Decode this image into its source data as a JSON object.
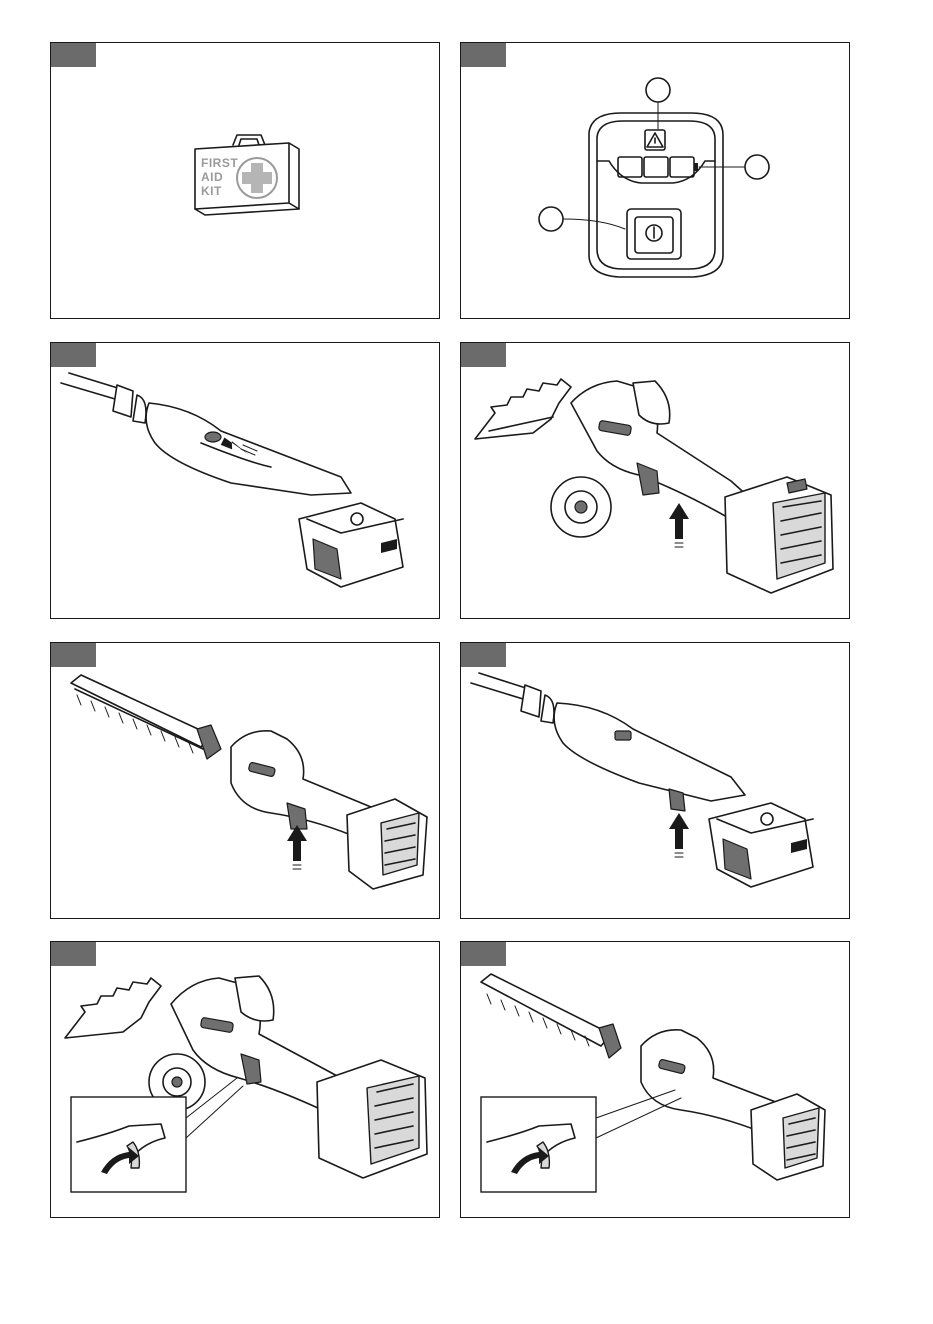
{
  "panels": [
    {
      "id": "p1",
      "kit_lines": [
        "FIRST",
        "AID",
        "KIT"
      ]
    },
    {
      "id": "p2"
    },
    {
      "id": "p3"
    },
    {
      "id": "p4"
    },
    {
      "id": "p5"
    },
    {
      "id": "p6"
    },
    {
      "id": "p7"
    },
    {
      "id": "p8"
    }
  ],
  "colors": {
    "frame": "#1a1a1a",
    "tag": "#6b6b6b",
    "illustration_grey": "#d9d9d9"
  },
  "icons": [
    "first-aid-kit-icon",
    "warning-triangle-icon",
    "battery-level-icon",
    "power-button-icon",
    "arrow-up-icon",
    "curved-arrow-icon"
  ]
}
